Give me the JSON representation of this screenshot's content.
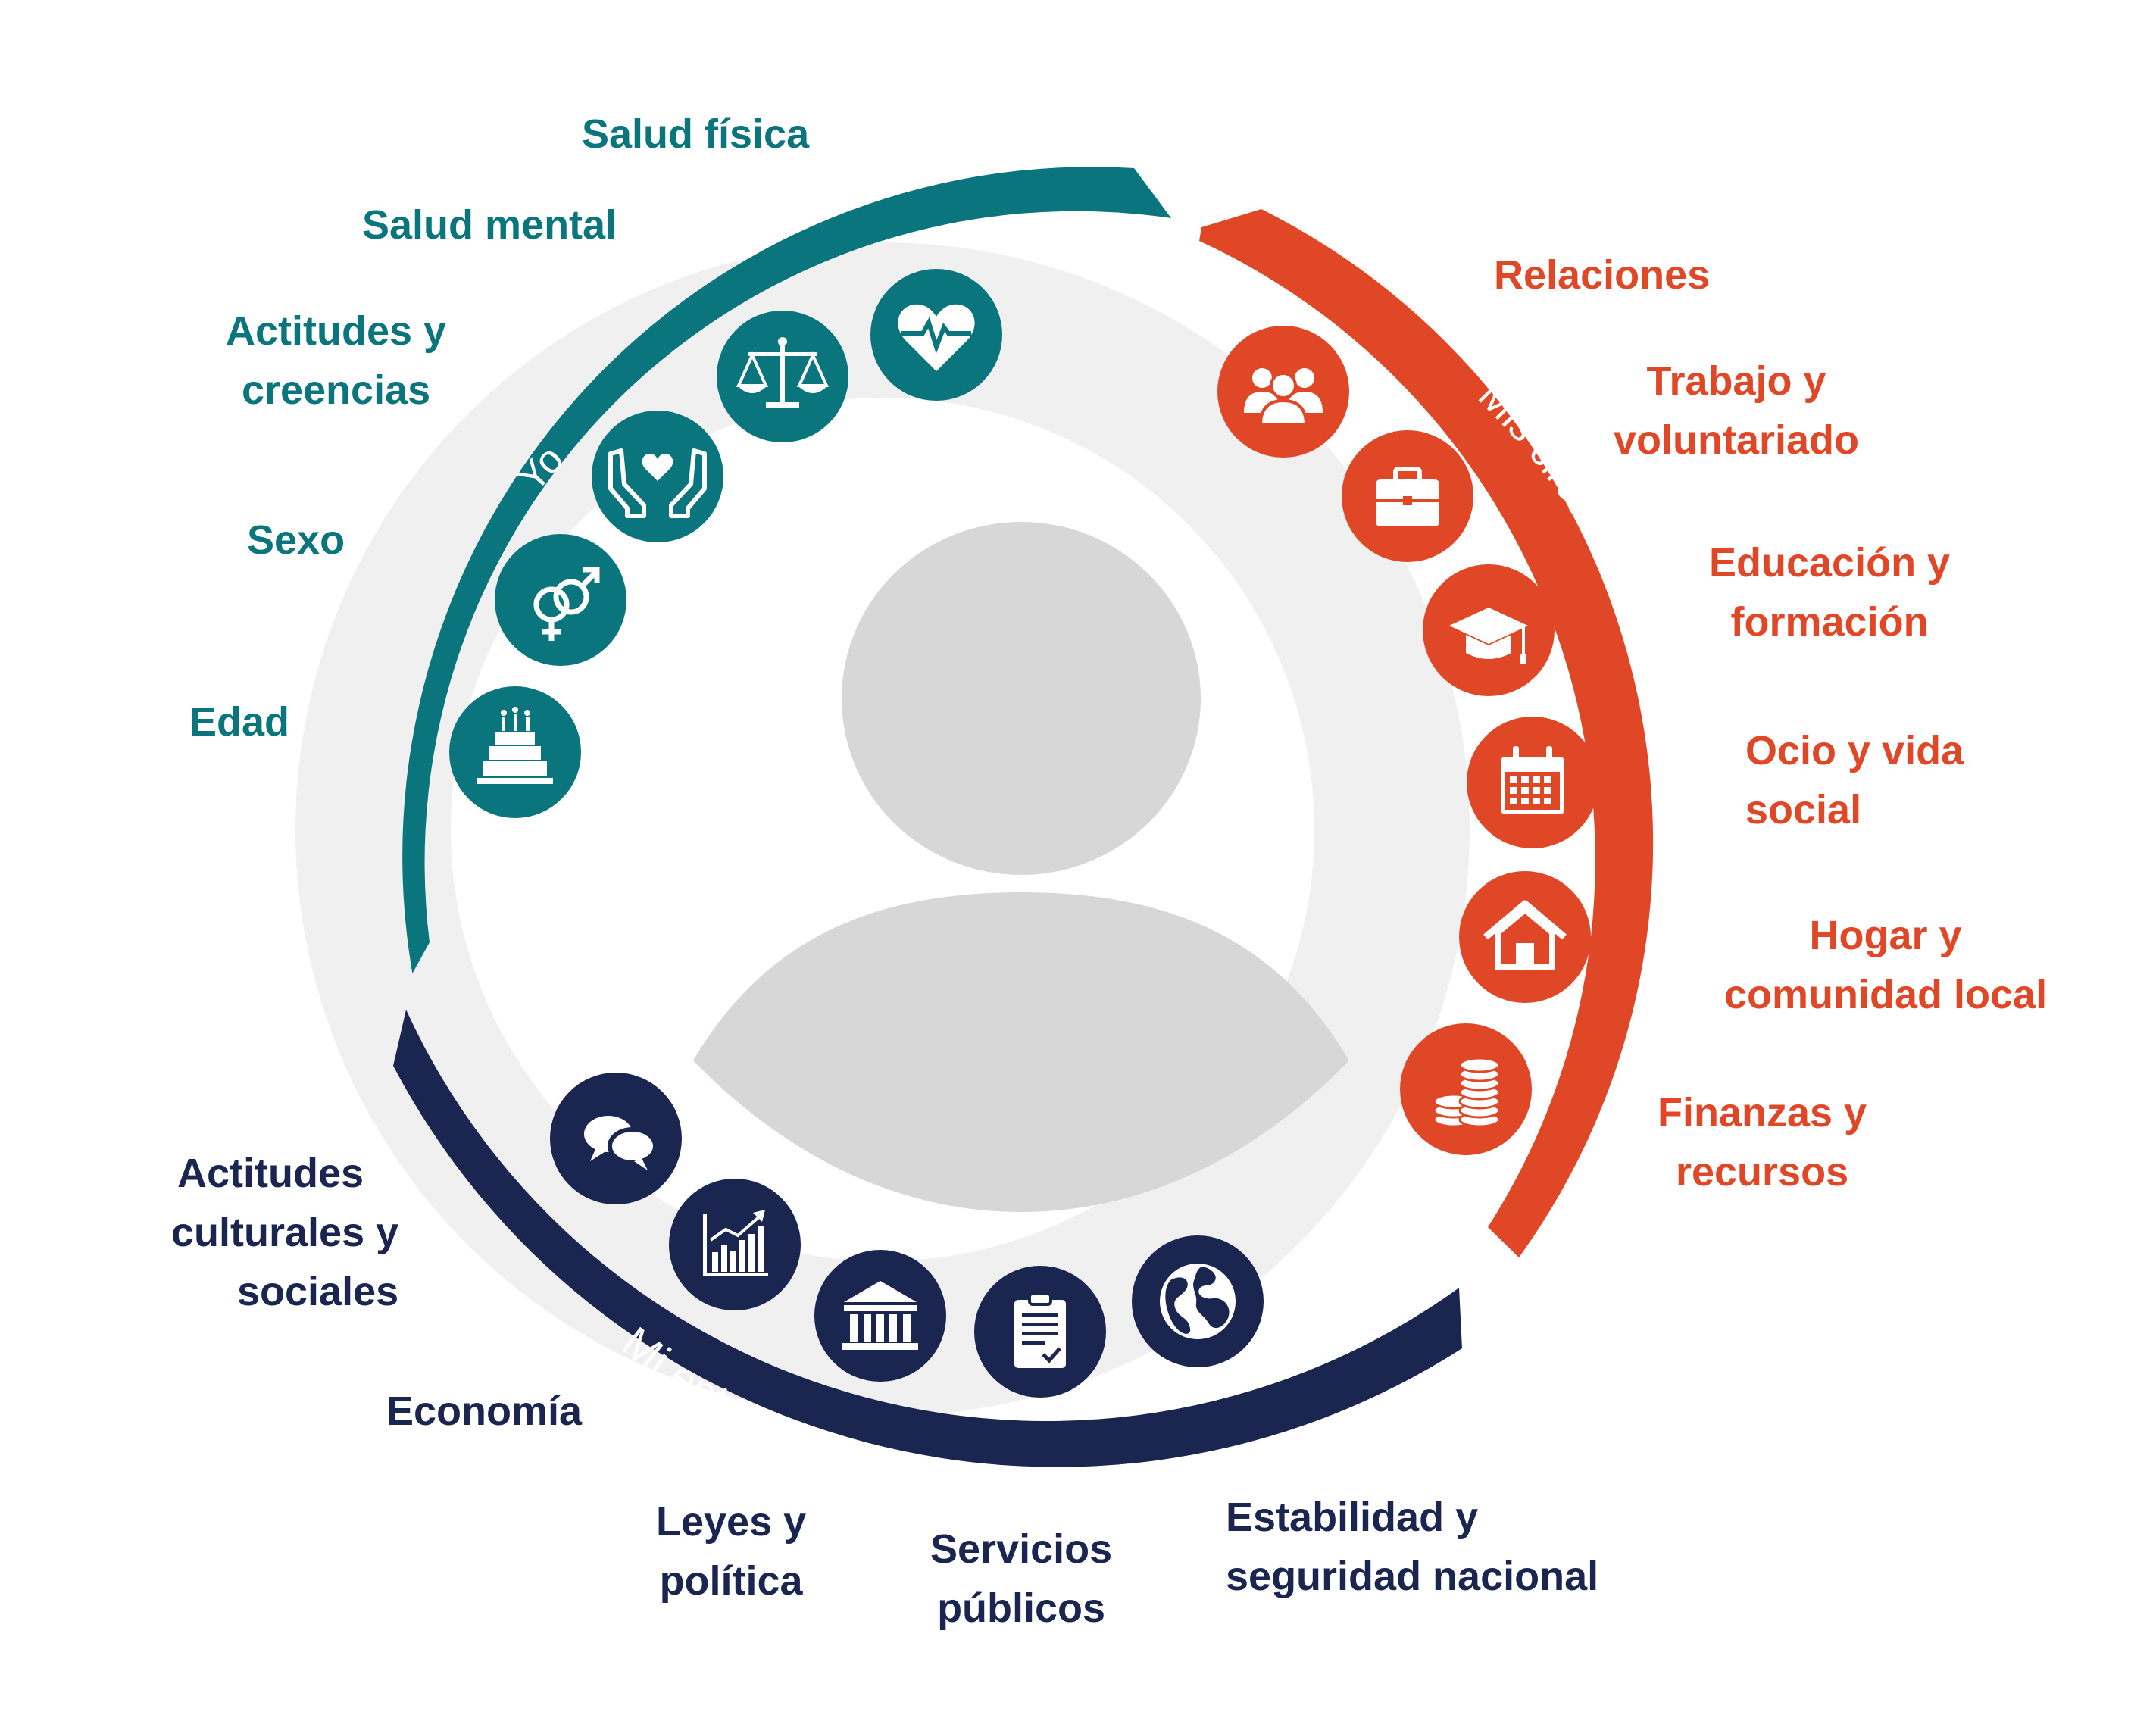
{
  "colors": {
    "yo": "#0a757c",
    "circumstances": "#df4727",
    "environment": "#1b2650",
    "ring": "#f0f0f1",
    "silhouette": "#d7d7d7"
  },
  "segments": {
    "yo": {
      "title": "Yo",
      "items": [
        {
          "label": "Salud física",
          "icon": "heartbeat-icon"
        },
        {
          "label": "Salud mental",
          "icon": "scales-icon"
        },
        {
          "label_lines": [
            "Actitudes y",
            "creencias"
          ],
          "icon": "hands-heart-icon"
        },
        {
          "label": "Sexo",
          "icon": "gender-symbols-icon"
        },
        {
          "label": "Edad",
          "icon": "birthday-cake-icon"
        }
      ]
    },
    "circumstances": {
      "title": "Mis circunstancias inmediatas",
      "items": [
        {
          "label": "Relaciones",
          "icon": "people-group-icon"
        },
        {
          "label_lines": [
            "Trabajo y",
            "voluntariado"
          ],
          "icon": "briefcase-icon"
        },
        {
          "label_lines": [
            "Educación y",
            "formación"
          ],
          "icon": "graduation-cap-icon"
        },
        {
          "label_lines": [
            "Ocio y vida",
            "social"
          ],
          "icon": "calendar-icon"
        },
        {
          "label_lines": [
            "Hogar y",
            "comunidad local"
          ],
          "icon": "house-icon"
        },
        {
          "label_lines": [
            "Finanzas y",
            "recursos"
          ],
          "icon": "coins-stack-icon"
        }
      ]
    },
    "environment": {
      "title": "Mi entorno más amplio",
      "items": [
        {
          "label_lines": [
            "Actitudes",
            "culturales y",
            "sociales"
          ],
          "icon": "speech-bubbles-icon"
        },
        {
          "label": "Economía",
          "icon": "bar-chart-icon"
        },
        {
          "label_lines": [
            "Leyes y",
            "política"
          ],
          "icon": "government-building-icon"
        },
        {
          "label_lines": [
            "Servicios",
            "públicos"
          ],
          "icon": "clipboard-check-icon"
        },
        {
          "label_lines": [
            "Estabilidad y",
            "seguridad nacional"
          ],
          "icon": "globe-icon"
        }
      ]
    }
  }
}
